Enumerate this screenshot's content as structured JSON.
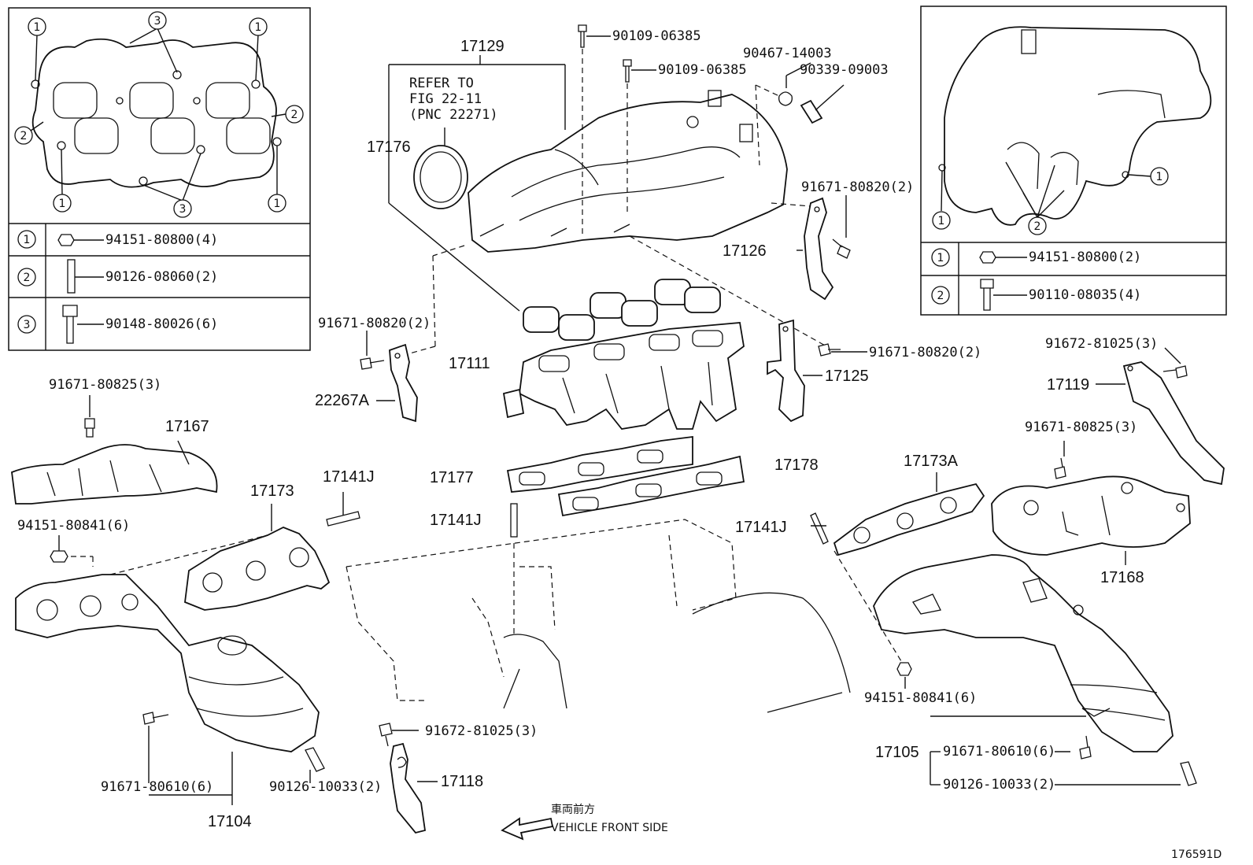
{
  "left_legend": {
    "callouts": [
      "1",
      "2",
      "3"
    ],
    "rows": [
      {
        "key": "1",
        "part": "94151-80800(4)"
      },
      {
        "key": "2",
        "part": "90126-08060(2)"
      },
      {
        "key": "3",
        "part": "90148-80026(6)"
      }
    ]
  },
  "right_legend": {
    "callouts": [
      "1",
      "2"
    ],
    "rows": [
      {
        "key": "1",
        "part": "94151-80800(2)"
      },
      {
        "key": "2",
        "part": "90110-08035(4)"
      }
    ]
  },
  "refer_note": {
    "line1": "REFER TO",
    "line2": "FIG 22-11",
    "line3": "(PNC 22271)"
  },
  "labels": {
    "p17129": "17129",
    "p17176": "17176",
    "b90109a": "90109-06385",
    "b90109b": "90109-06385",
    "c90467": "90467-14003",
    "c90339": "90339-09003",
    "b91671_820_a": "91671-80820(2)",
    "p17126": "17126",
    "b91671_820_b": "91671-80820(2)",
    "p22267A": "22267A",
    "p17111": "17111",
    "b91671_820_c": "91671-80820(2)",
    "p17125": "17125",
    "b91672_1025_a": "91672-81025(3)",
    "p17119": "17119",
    "b91671_825_a": "91671-80825(3)",
    "p17167": "17167",
    "b91671_825_b": "91671-80825(3)",
    "p17173": "17173",
    "p17141J_a": "17141J",
    "p17177": "17177",
    "p17178": "17178",
    "p17141J_b": "17141J",
    "p17173A": "17173A",
    "p17141J_c": "17141J",
    "n94151_841_a": "94151-80841(6)",
    "p17168": "17168",
    "n94151_841_b": "94151-80841(6)",
    "b91672_1025_b": "91672-81025(3)",
    "p17118": "17118",
    "b91671_610_a": "91671-80610(6)",
    "s90126_1033_a": "90126-10033(2)",
    "p17104": "17104",
    "p17105": "17105",
    "b91671_610_b": "91671-80610(6)",
    "s90126_1033_b": "90126-10033(2)"
  },
  "direction": {
    "jp": "車両前方",
    "en": "VEHICLE FRONT SIDE"
  },
  "figure_id": "176591D"
}
